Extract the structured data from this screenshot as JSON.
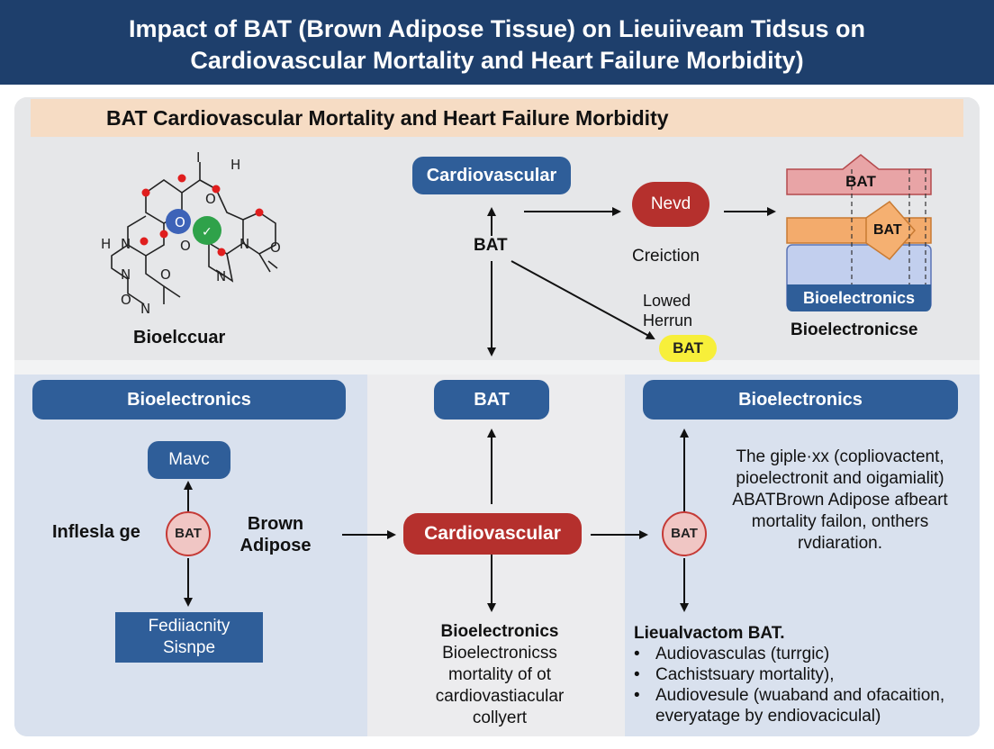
{
  "header": {
    "line1": "Impact of BAT (Brown Adipose Tissue) on  Lieuiiveam Tidsus on",
    "line2": "Cardiovascular Mortality and Heart Failure Morbidity)"
  },
  "subtitle": "BAT Cardiovascular Mortality and Heart Failure Morbidity",
  "top": {
    "molecule_caption": "Bioelccuar",
    "cardio_pill": "Cardiovascular",
    "bat_label": "BAT",
    "nevd_label": "Nevd",
    "creiction": "Creiction",
    "lowed": "Lowed",
    "herrum": "Herrun",
    "bat_yellow": "BAT",
    "stack_bat_top": "BAT",
    "stack_bat_arrow": "BAT",
    "stack_bio_pill": "Bioelectronics",
    "stack_caption": "Bioelectronicse"
  },
  "left": {
    "header": "Bioelectronics",
    "mavc": "Mavc",
    "infleslage": "Inflesla ge",
    "bat_circle": "BAT",
    "brown_line1": "Brown",
    "brown_line2": "Adipose",
    "box_line1": "Fediiacnity",
    "box_line2": "Sisnpe"
  },
  "mid": {
    "header": "BAT",
    "cardio_pill": "Cardiovascular",
    "text_title": "Bioelectronics",
    "text_l1": "Bioelectronicss",
    "text_l2": "mortality of ot",
    "text_l3": "cardiovastiacular",
    "text_l4": "collyert"
  },
  "right": {
    "header": "Bioelectronics",
    "bat_circle": "BAT",
    "para_l1": "The giple·xx (copliovactent,",
    "para_l2": "pioelectronit and oigamialit)",
    "para_l3": "ABATBrown Adipose afbeart",
    "para_l4": "mortality failon, onthers",
    "para_l5": "rvdiaration.",
    "list_title": "Lieualvactom BAT.",
    "bullets": [
      "Audiovasculas (turrgic)",
      "Cachistsuary mortality),",
      "Audiovesule (wuaband and ofacaition,"
    ],
    "bullet_cont": "everyatage by endiovaciculal)"
  },
  "colors": {
    "header_bg": "#1e3f6c",
    "pill_blue": "#2f5e99",
    "pill_red": "#b5302d",
    "subtitle_bg": "#f6dcc4",
    "yellow": "#f7ef3a"
  }
}
